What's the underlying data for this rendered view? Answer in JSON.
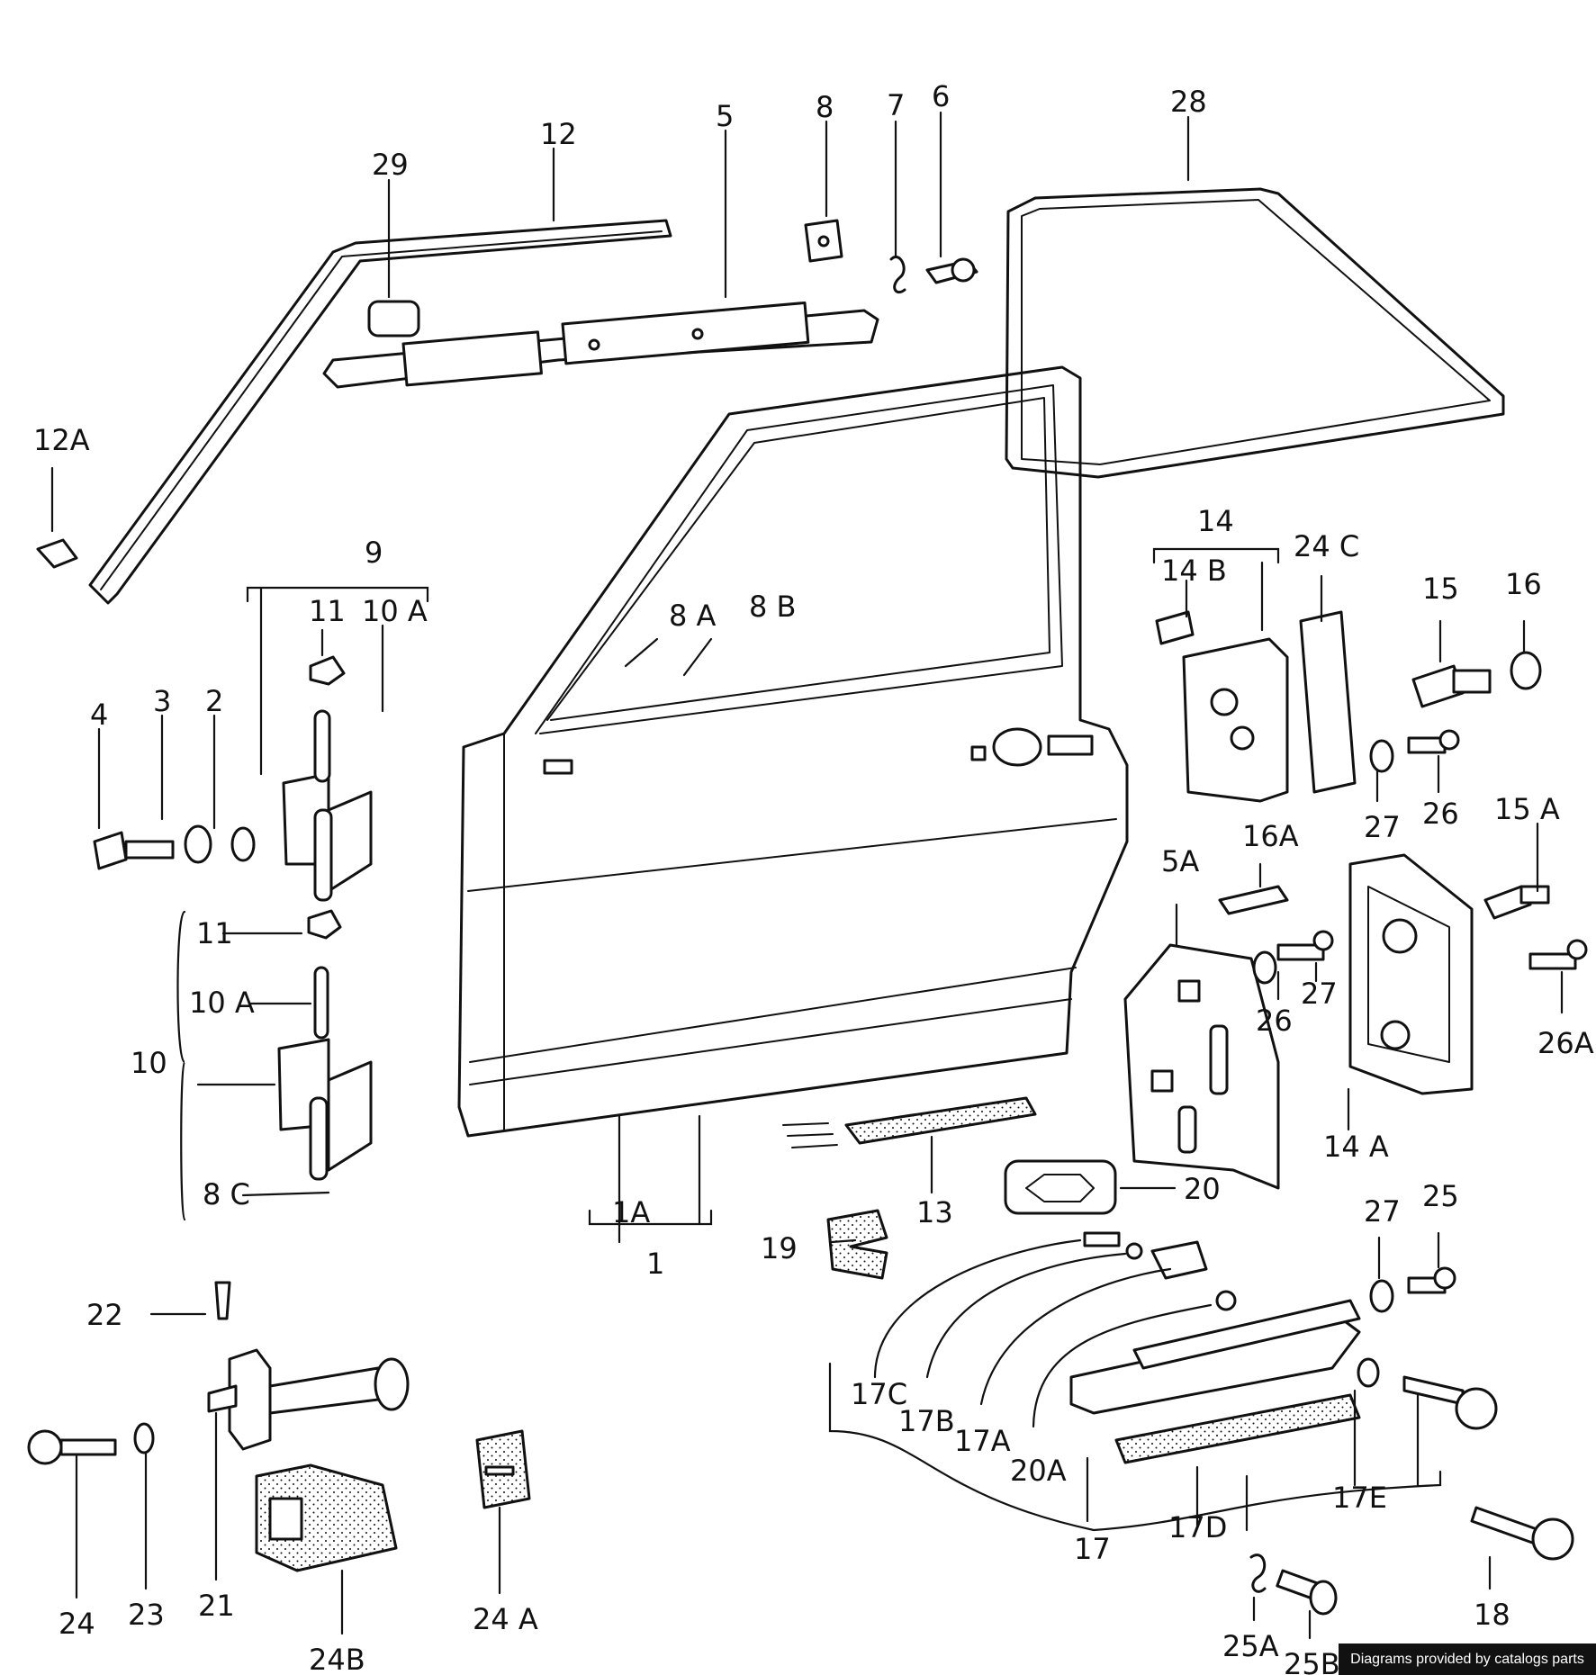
{
  "diagram": {
    "part_labels": {
      "p1": "1",
      "p1A": "1A",
      "p2": "2",
      "p3": "3",
      "p4": "4",
      "p5": "5",
      "p5A": "5A",
      "p6": "6",
      "p7": "7",
      "p8": "8",
      "p8A": "8 A",
      "p8B": "8 B",
      "p8C": "8 C",
      "p9": "9",
      "p10": "10",
      "p10A_top": "10 A",
      "p10A_bot": "10 A",
      "p11_top": "11",
      "p11_bot": "11",
      "p12": "12",
      "p12A": "12A",
      "p13": "13",
      "p14": "14",
      "p14A": "14 A",
      "p14B": "14 B",
      "p15": "15",
      "p15A": "15 A",
      "p16": "16",
      "p16A": "16A",
      "p17": "17",
      "p17A": "17A",
      "p17B": "17B",
      "p17C": "17C",
      "p17D": "17D",
      "p17E": "17E",
      "p18": "18",
      "p19": "19",
      "p20": "20",
      "p20A": "20A",
      "p21": "21",
      "p22": "22",
      "p23": "23",
      "p24": "24",
      "p24A": "24 A",
      "p24B": "24B",
      "p24C": "24 C",
      "p25": "25",
      "p25A": "25A",
      "p25B": "25B",
      "p26_a": "26",
      "p26_b": "26",
      "p26A": "26A",
      "p27_a": "27",
      "p27_b": "27",
      "p27_c": "27",
      "p28": "28",
      "p29": "29"
    }
  },
  "footer": {
    "credit": "Diagrams provided by catalogs parts"
  }
}
